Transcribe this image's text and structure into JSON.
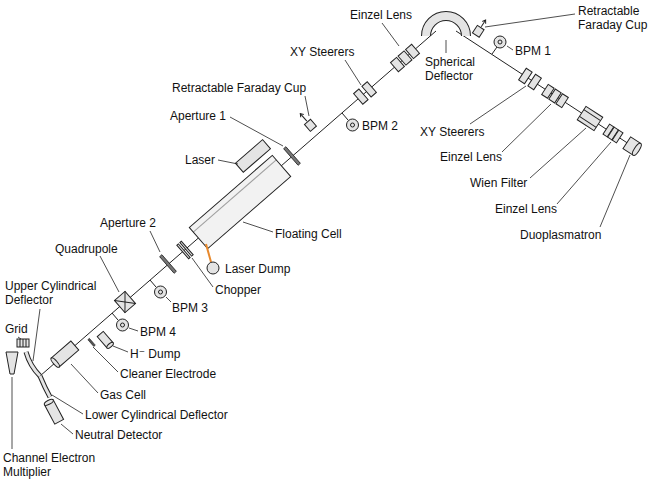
{
  "diagram": {
    "labels": [
      "Einzel Lens",
      "Retractable Faraday Cup",
      "BPM 1",
      "Spherical Deflector",
      "XY Steerers",
      "Retractable Faraday Cup",
      "Aperture 1",
      "Laser",
      "BPM 2",
      "XY Steerers",
      "Einzel Lens",
      "Wien Filter",
      "Einzel Lens",
      "Duoplasmatron",
      "Floating Cell",
      "Aperture 2",
      "Quadrupole",
      "Laser Dump",
      "Chopper",
      "Upper Cylindrical Deflector",
      "BPM 3",
      "BPM 4",
      "H⁻ Dump",
      "Cleaner Electrode",
      "Grid",
      "Gas Cell",
      "Lower Cylindrical Deflector",
      "Neutral Detector",
      "Channel Electron Multiplier"
    ]
  }
}
